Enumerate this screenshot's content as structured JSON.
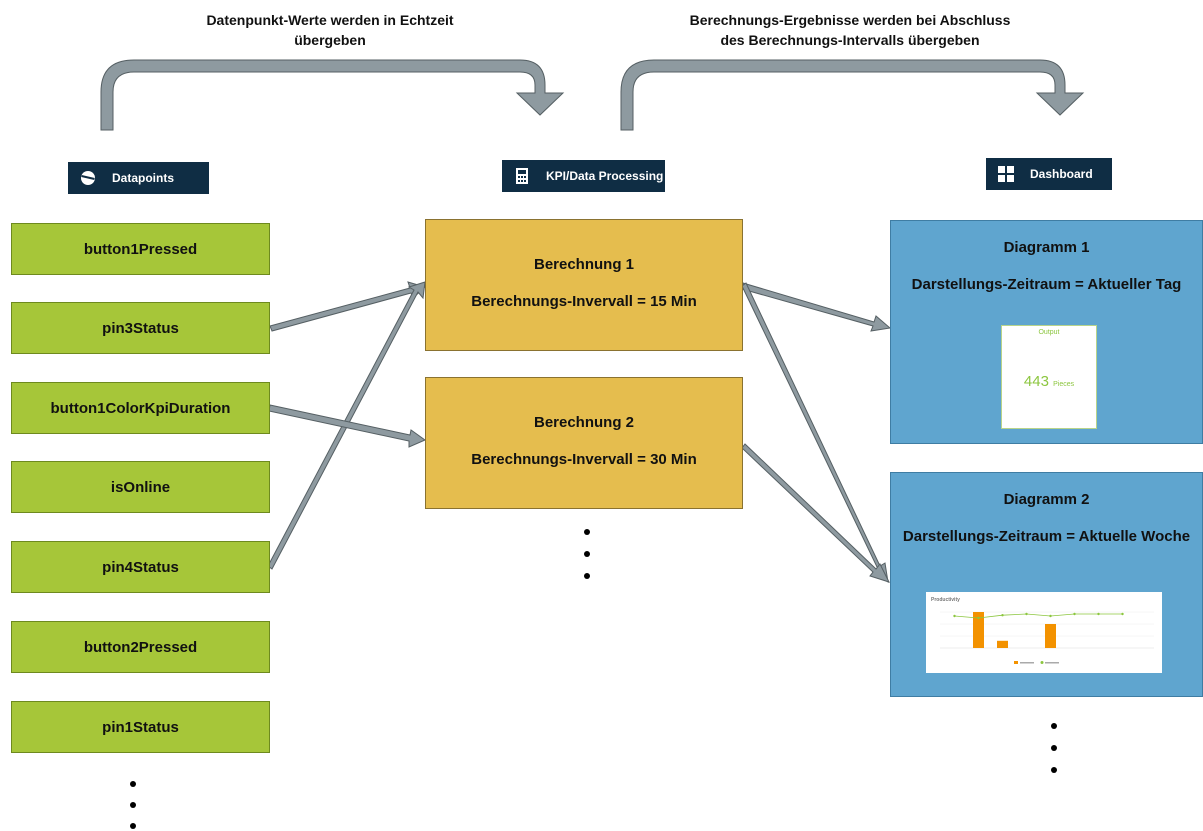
{
  "top_labels": {
    "left": [
      "Datenpunkt-Werte werden in Echtzeit",
      "übergeben"
    ],
    "right": [
      "Berechnungs-Ergebnisse werden bei Abschluss",
      "des Berechnungs-Intervalls übergeben"
    ]
  },
  "headers": {
    "datapoints": {
      "label": "Datapoints",
      "icon": "pie-chart-icon"
    },
    "kpi": {
      "label": "KPI/Data Processing",
      "icon": "calculator-icon"
    },
    "dashboard": {
      "label": "Dashboard",
      "icon": "grid-icon"
    }
  },
  "datapoints": [
    "button1Pressed",
    "pin3Status",
    "button1ColorKpiDuration",
    "isOnline",
    "pin4Status",
    "button2Pressed",
    "pin1Status"
  ],
  "calculations": [
    {
      "title": "Berechnung 1",
      "interval": "Berechnungs-Invervall = 15 Min"
    },
    {
      "title": "Berechnung 2",
      "interval": "Berechnungs-Invervall = 30 Min"
    }
  ],
  "diagrams": [
    {
      "title": "Diagramm 1",
      "period": "Darstellungs-Zeitraum = Aktueller Tag",
      "card": {
        "title": "Output",
        "value": "443",
        "unit": "Pieces"
      }
    },
    {
      "title": "Diagramm 2",
      "period": "Darstellungs-Zeitraum = Aktuelle Woche",
      "chart": {
        "title": "Productivity",
        "bars": [
          0,
          0.9,
          0.18,
          0,
          0.6,
          0,
          0,
          0
        ],
        "line": [
          0.8,
          0.75,
          0.82,
          0.85,
          0.8,
          0.85,
          0.85,
          0.85
        ]
      }
    }
  ],
  "colors": {
    "datapoint": "#a6c639",
    "calc": "#e5bd4e",
    "dashboard": "#5fa5cf",
    "header": "#0f2d44",
    "arrow": "#8e9aa0"
  }
}
